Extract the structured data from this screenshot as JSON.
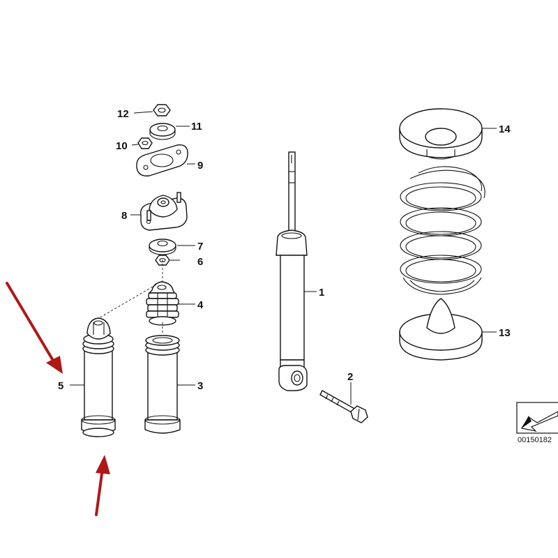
{
  "callouts": {
    "c1": "1",
    "c2": "2",
    "c3": "3",
    "c4": "4",
    "c5": "5",
    "c6": "6",
    "c7": "7",
    "c8": "8",
    "c9": "9",
    "c10": "10",
    "c11": "11",
    "c12": "12",
    "c13": "13",
    "c14": "14"
  },
  "reference_number": "00150182",
  "colors": {
    "line": "#111111",
    "highlight_arrow": "#b01717",
    "background": "#ffffff"
  }
}
